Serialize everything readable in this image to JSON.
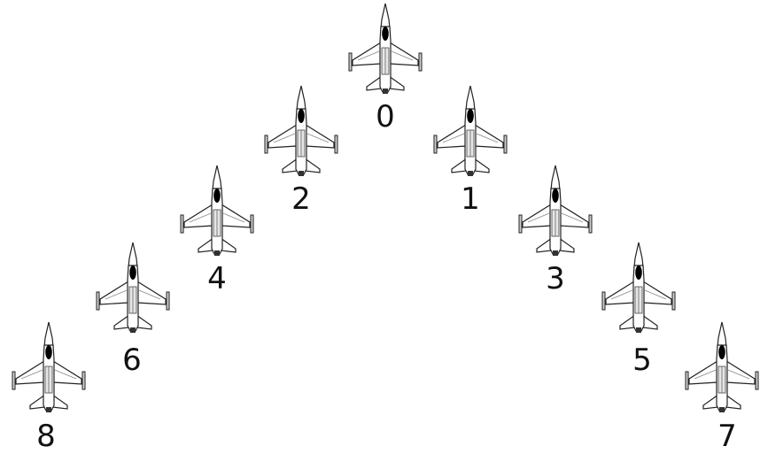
{
  "formation": {
    "aircraft": [
      {
        "label": "0"
      },
      {
        "label": "1"
      },
      {
        "label": "2"
      },
      {
        "label": "3"
      },
      {
        "label": "4"
      },
      {
        "label": "5"
      },
      {
        "label": "6"
      },
      {
        "label": "7"
      },
      {
        "label": "8"
      }
    ]
  },
  "colors": {
    "outline": "#222222",
    "canopy": "#000000",
    "fill": "#ffffff",
    "shade": "#cfcfcf"
  },
  "icon": "fighter-jet-icon"
}
